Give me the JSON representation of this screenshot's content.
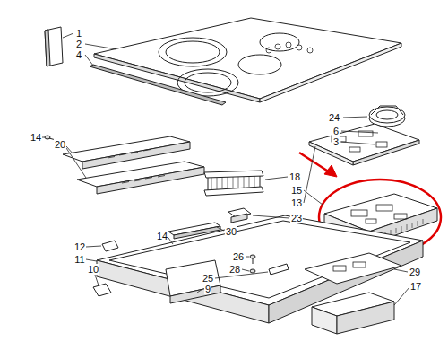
{
  "diagram": {
    "labels": [
      "1",
      "2",
      "4",
      "24",
      "6",
      "3",
      "14",
      "20",
      "18",
      "13",
      "15",
      "23",
      "30",
      "14",
      "12",
      "11",
      "26",
      "10",
      "28",
      "29",
      "25",
      "9",
      "17"
    ]
  }
}
